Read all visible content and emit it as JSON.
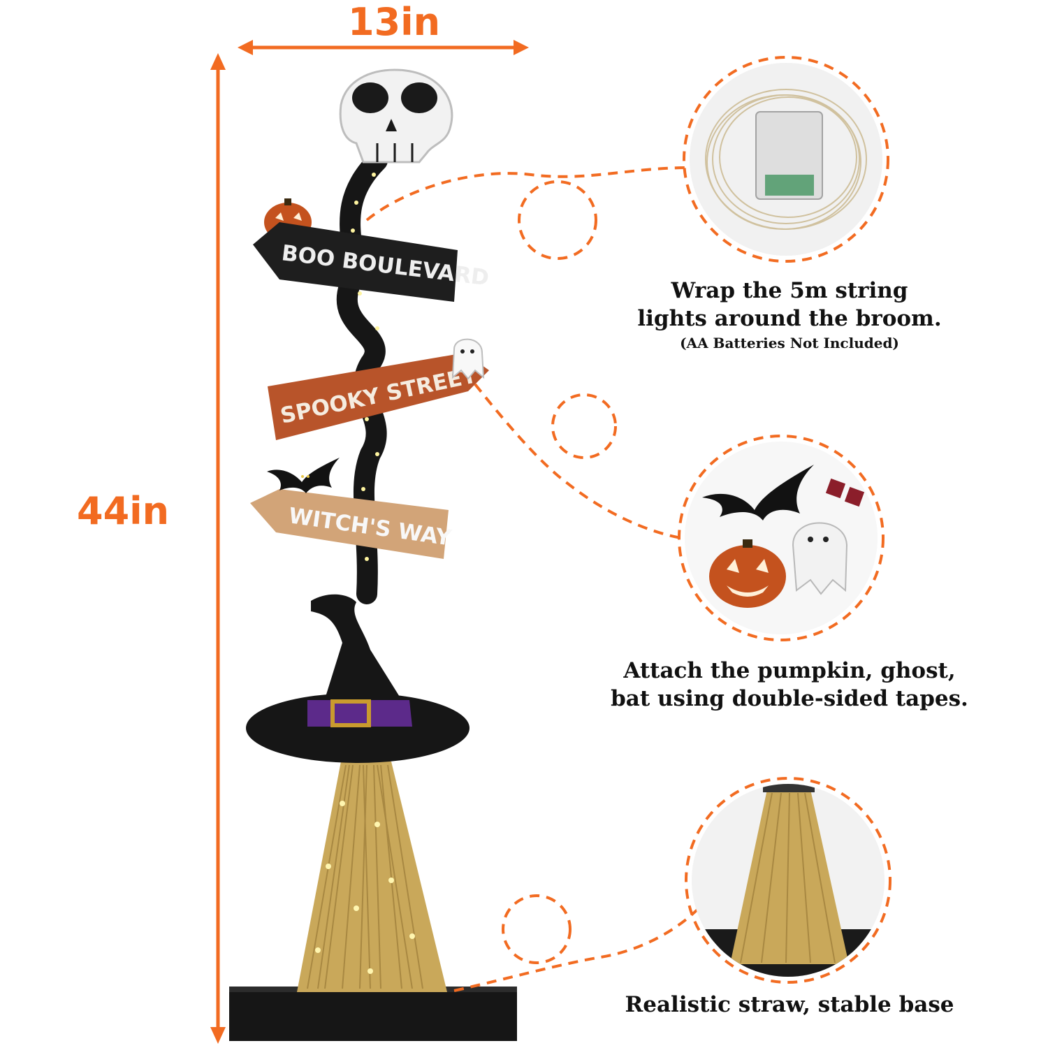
{
  "dimensions": {
    "width_label": "13in",
    "height_label": "44in"
  },
  "signs": {
    "top": "BOO BOULEVARD",
    "middle": "SPOOKY STREET",
    "bottom": "WITCH'S WAY"
  },
  "callouts": {
    "lights": {
      "line1": "Wrap the 5m string",
      "line2": "lights around the broom.",
      "note": "(AA Batteries Not Included)"
    },
    "attach": {
      "line1": "Attach the pumpkin, ghost,",
      "line2": "bat using double-sided tapes."
    },
    "straw": {
      "line1": "Realistic straw, stable base"
    }
  },
  "colors": {
    "accent_orange": "#f26b21",
    "sign_black": "#1e1e1e",
    "sign_orange": "#b8542a",
    "sign_tan": "#d2a478",
    "straw": "#c9a85a",
    "purple_band": "#5c2a8a"
  }
}
